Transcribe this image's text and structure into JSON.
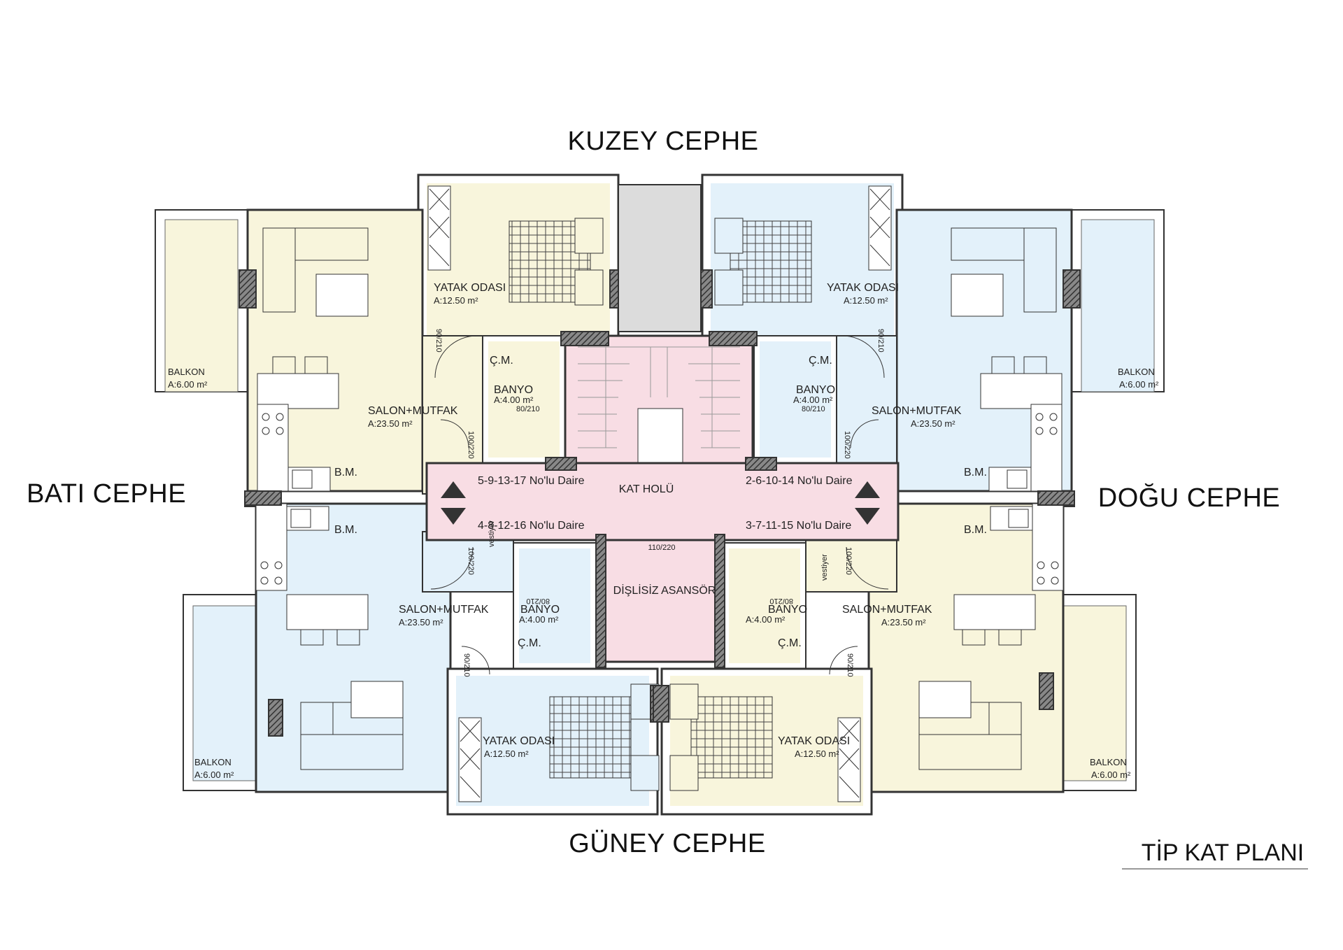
{
  "facades": {
    "north": "KUZEY CEPHE",
    "south": "GÜNEY CEPHE",
    "west": "BATI CEPHE",
    "east": "DOĞU CEPHE"
  },
  "plan_title": "TİP KAT PLANI",
  "core": {
    "hall": "KAT HOLÜ",
    "elevator": "DİŞLİSİZ ASANSÖR",
    "elevator_door": "110/220",
    "apt_nw": "5-9-13-17 No'lu Daire",
    "apt_ne": "2-6-10-14 No'lu Daire",
    "apt_sw": "4-8-12-16 No'lu Daire",
    "apt_se": "3-7-11-15 No'lu Daire"
  },
  "rooms": {
    "bedroom": "YATAK ODASI",
    "bedroom_area": "A:12.50 m²",
    "living": "SALON+MUTFAK",
    "living_area": "A:23.50 m²",
    "bath": "BANYO",
    "bath_area": "A:4.00 m²",
    "laundry": "Ç.M.",
    "washer": "B.M.",
    "balcony": "BALKON",
    "balcony_area": "A:6.00 m²",
    "wc": "vestiyer"
  },
  "doors": {
    "bedroom_door": "90/210",
    "bath_door": "80/210",
    "entry_door": "100/220"
  },
  "colors": {
    "yellow": "#f8f5dc",
    "blue": "#e3f1fa",
    "pink": "#f8dde4",
    "grey": "#dcdcdc",
    "wall": "#333333",
    "arrow": "#333333"
  }
}
